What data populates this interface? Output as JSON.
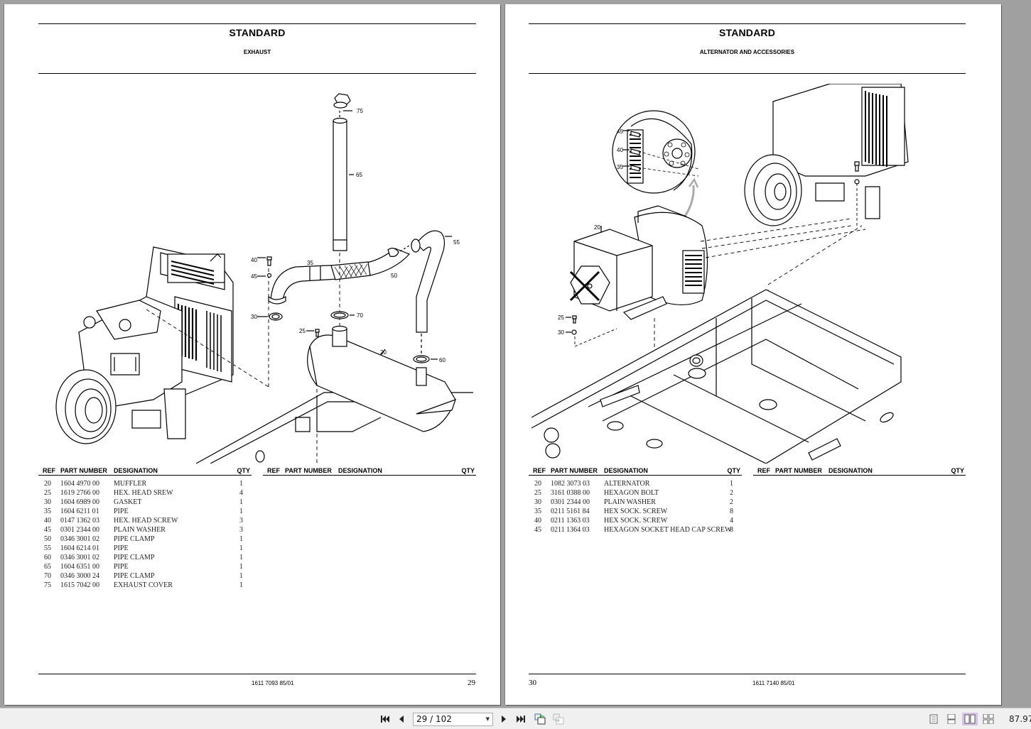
{
  "viewer": {
    "pages": [
      {
        "title": "STANDARD",
        "subtitle": "EXHAUST",
        "doc_number": "1611 7093 85/01",
        "page_number": "29",
        "table": {
          "headers": {
            "ref": "REF",
            "part": "PART NUMBER",
            "designation": "DESIGNATION",
            "qty": "QTY"
          },
          "headers_empty": {
            "ref": "REF",
            "part": "PART NUMBER",
            "designation": "DESIGNATION",
            "qty": "QTY"
          },
          "rows": [
            {
              "ref": "20",
              "part": "1604 4970 00",
              "designation": "MUFFLER",
              "qty": "1"
            },
            {
              "ref": "25",
              "part": "1619 2766 00",
              "designation": "HEX. HEAD SREW",
              "qty": "4"
            },
            {
              "ref": "30",
              "part": "1604 6989 00",
              "designation": "GASKET",
              "qty": "1"
            },
            {
              "ref": "35",
              "part": "1604 6211 01",
              "designation": "PIPE",
              "qty": "1"
            },
            {
              "ref": "40",
              "part": "0147 1362 03",
              "designation": "HEX. HEAD SCREW",
              "qty": "3"
            },
            {
              "ref": "45",
              "part": "0301 2344 00",
              "designation": "PLAIN WASHER",
              "qty": "3"
            },
            {
              "ref": "50",
              "part": "0346 3001 02",
              "designation": "PIPE CLAMP",
              "qty": "1"
            },
            {
              "ref": "55",
              "part": "1604 6214 01",
              "designation": "PIPE",
              "qty": "1"
            },
            {
              "ref": "60",
              "part": "0346 3001 02",
              "designation": "PIPE CLAMP",
              "qty": "1"
            },
            {
              "ref": "65",
              "part": "1604 6351 00",
              "designation": "PIPE",
              "qty": "1"
            },
            {
              "ref": "70",
              "part": "0346 3000 24",
              "designation": "PIPE CLAMP",
              "qty": "1"
            },
            {
              "ref": "75",
              "part": "1615 7042 00",
              "designation": "EXHAUST COVER",
              "qty": "1"
            }
          ]
        },
        "callouts": {
          "c75": "75",
          "c65": "65",
          "c55": "55",
          "c40": "40",
          "c45": "45",
          "c35": "35",
          "c50": "50",
          "c30": "30",
          "c70": "70",
          "c25": "25",
          "c20": "20",
          "c60": "60"
        }
      },
      {
        "title": "STANDARD",
        "subtitle": "ALTERNATOR AND ACCESSORIES",
        "doc_number": "1611 7140 85/01",
        "page_number": "30",
        "table": {
          "headers": {
            "ref": "REF",
            "part": "PART NUMBER",
            "designation": "DESIGNATION",
            "qty": "QTY"
          },
          "headers_empty": {
            "ref": "REF",
            "part": "PART NUMBER",
            "designation": "DESIGNATION",
            "qty": "QTY"
          },
          "rows": [
            {
              "ref": "20",
              "part": "1082 3073 03",
              "designation": "ALTERNATOR",
              "qty": "1"
            },
            {
              "ref": "25",
              "part": "3161 0388 00",
              "designation": "HEXAGON BOLT",
              "qty": "2"
            },
            {
              "ref": "30",
              "part": "0301 2344 00",
              "designation": "PLAIN WASHER",
              "qty": "2"
            },
            {
              "ref": "35",
              "part": "0211 5161 84",
              "designation": "HEX SOCK. SCREW",
              "qty": "8"
            },
            {
              "ref": "40",
              "part": "0211 1363 03",
              "designation": "HEX SOCK. SCREW",
              "qty": "4"
            },
            {
              "ref": "45",
              "part": "0211 1364 03",
              "designation": "HEXAGON SOCKET HEAD CAP SCREW",
              "qty": "8"
            }
          ]
        },
        "callouts": {
          "c45": "45",
          "c40": "40",
          "c35": "35",
          "c20": "20",
          "c25": "25",
          "c30": "30"
        }
      }
    ]
  },
  "toolbar": {
    "first_page_icon": "first-page-icon",
    "prev_page_icon": "previous-page-icon",
    "page_indicator": "29 / 102",
    "next_page_icon": "next-page-icon",
    "last_page_icon": "last-page-icon",
    "back_view_icon": "previous-view-icon",
    "forward_view_icon": "next-view-icon",
    "view_modes": [
      "single-page",
      "continuous",
      "facing",
      "continuous-facing"
    ],
    "active_view_mode": "facing",
    "zoom": "87.97"
  }
}
